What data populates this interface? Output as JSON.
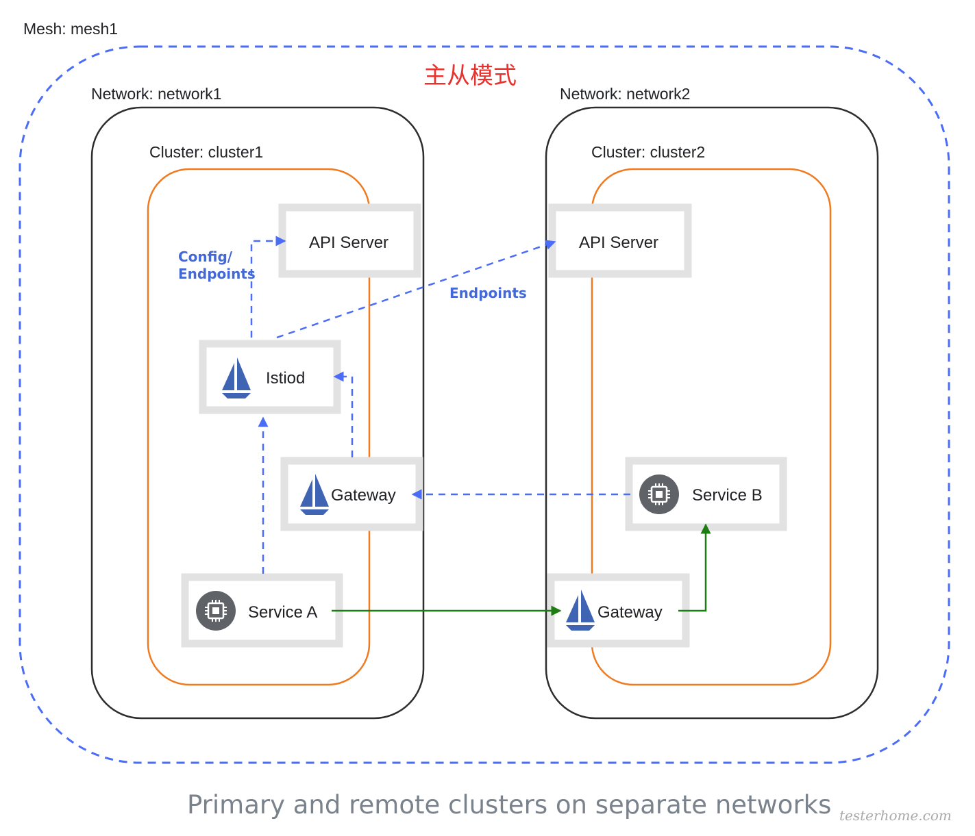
{
  "title_mode": "主从模式",
  "mesh": {
    "label": "Mesh: mesh1"
  },
  "networks": [
    {
      "label": "Network: network1",
      "cluster_label": "Cluster: cluster1"
    },
    {
      "label": "Network: network2",
      "cluster_label": "Cluster: cluster2"
    }
  ],
  "nodes": {
    "api_server_1": {
      "label": "API Server"
    },
    "api_server_2": {
      "label": "API Server"
    },
    "istiod": {
      "label": "Istiod",
      "icon": "istio-sail-icon"
    },
    "gateway_1": {
      "label": "Gateway",
      "icon": "istio-sail-icon"
    },
    "gateway_2": {
      "label": "Gateway",
      "icon": "istio-sail-icon"
    },
    "service_a": {
      "label": "Service A",
      "icon": "chip-icon"
    },
    "service_b": {
      "label": "Service B",
      "icon": "chip-icon"
    }
  },
  "edges": [
    {
      "from": "istiod",
      "to": "api_server_1",
      "style": "dashed",
      "color": "#4a6cf7",
      "label": "Config/ Endpoints"
    },
    {
      "from": "istiod",
      "to": "api_server_2",
      "style": "dashed",
      "color": "#4a6cf7",
      "label": "Endpoints"
    },
    {
      "from": "gateway_1",
      "to": "istiod",
      "style": "dashed",
      "color": "#4a6cf7"
    },
    {
      "from": "service_a",
      "to": "istiod",
      "style": "dashed",
      "color": "#4a6cf7"
    },
    {
      "from": "service_b",
      "to": "gateway_1",
      "style": "dashed",
      "color": "#4a6cf7"
    },
    {
      "from": "service_a",
      "to": "gateway_2",
      "style": "solid",
      "color": "#1e7d12"
    },
    {
      "from": "gateway_2",
      "to": "service_b",
      "style": "solid",
      "color": "#1e7d12"
    }
  ],
  "edge_labels": {
    "config_line1": "Config/",
    "config_line2": "Endpoints",
    "endpoints": "Endpoints"
  },
  "caption": "Primary and remote clusters on separate networks",
  "watermark": "testerhome.com",
  "colors": {
    "mesh_border": "#4a6cf7",
    "network_border": "#2d2d2d",
    "cluster_border": "#f07a20",
    "box_border": "#e2e2e2",
    "dashed_arrow": "#4a6cf7",
    "solid_arrow": "#1e7d12",
    "istio_blue": "#3f64b4",
    "chip_grey": "#5f6368",
    "mode_red": "#e8322e"
  }
}
